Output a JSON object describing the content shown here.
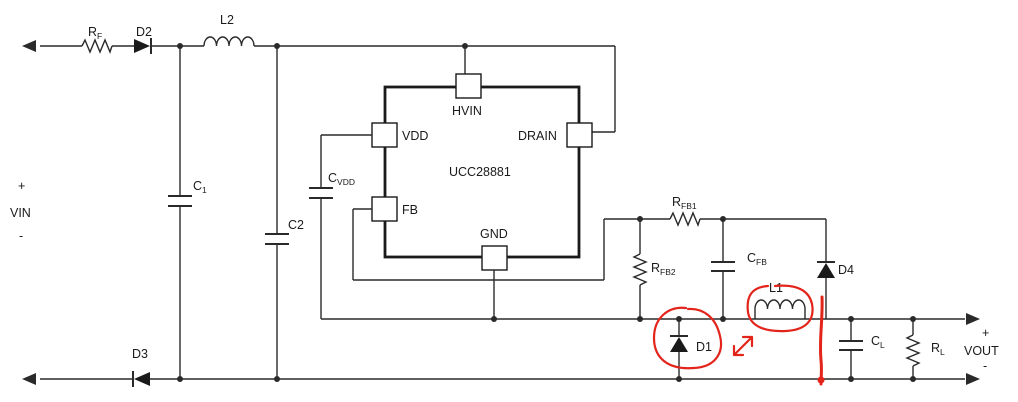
{
  "labels": {
    "rf": "R",
    "rf_sub": "F",
    "d2": "D2",
    "l2": "L2",
    "c1": "C",
    "c1_sub": "1",
    "c2": "C2",
    "cvdd": "C",
    "cvdd_sub": "VDD",
    "d3": "D3",
    "vin_plus": "+",
    "vin": "VIN",
    "vin_minus": "-",
    "ic_name": "UCC28881",
    "pin_hvin": "HVIN",
    "pin_vdd": "VDD",
    "pin_drain": "DRAIN",
    "pin_fb": "FB",
    "pin_gnd": "GND",
    "rfb1": "R",
    "rfb1_sub": "FB1",
    "rfb2": "R",
    "rfb2_sub": "FB2",
    "cfb": "C",
    "cfb_sub": "FB",
    "d4": "D4",
    "l1": "L1",
    "d1": "D1",
    "cl": "C",
    "cl_sub": "L",
    "rl": "R",
    "rl_sub": "L",
    "vout_plus": "+",
    "vout": "VOUT",
    "vout_minus": "-"
  },
  "colors": {
    "wire": "#2a2a2a",
    "annotation": "#e3241b",
    "text": "#1a1a1a",
    "background": "#ffffff"
  }
}
